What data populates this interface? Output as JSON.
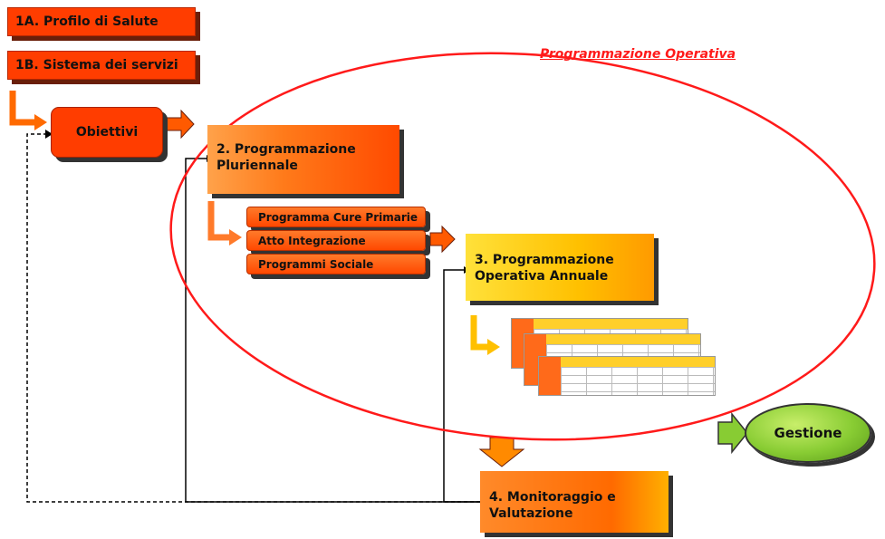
{
  "header_boxes": {
    "profilo": "1A. Profilo di Salute",
    "sistema": "1B. Sistema dei servizi"
  },
  "obiettivi": "Obiettivi",
  "section_title": "Programmazione Operativa",
  "pluriennale": "2. Programmazione Pluriennale",
  "sub_programs": [
    "Programma Cure Primarie",
    "Atto Integrazione",
    "Programmi Sociale"
  ],
  "annuale": "3. Programmazione Operativa Annuale",
  "monitoraggio": "4. Monitoraggio e Valutazione",
  "gestione": "Gestione",
  "colors": {
    "red_box": "#ff3d00",
    "orange_box": "#ff7a1a",
    "yellow_box": "#ffc000",
    "ellipse": "#ff1a1a",
    "gestione_fill": "#88cc33"
  }
}
